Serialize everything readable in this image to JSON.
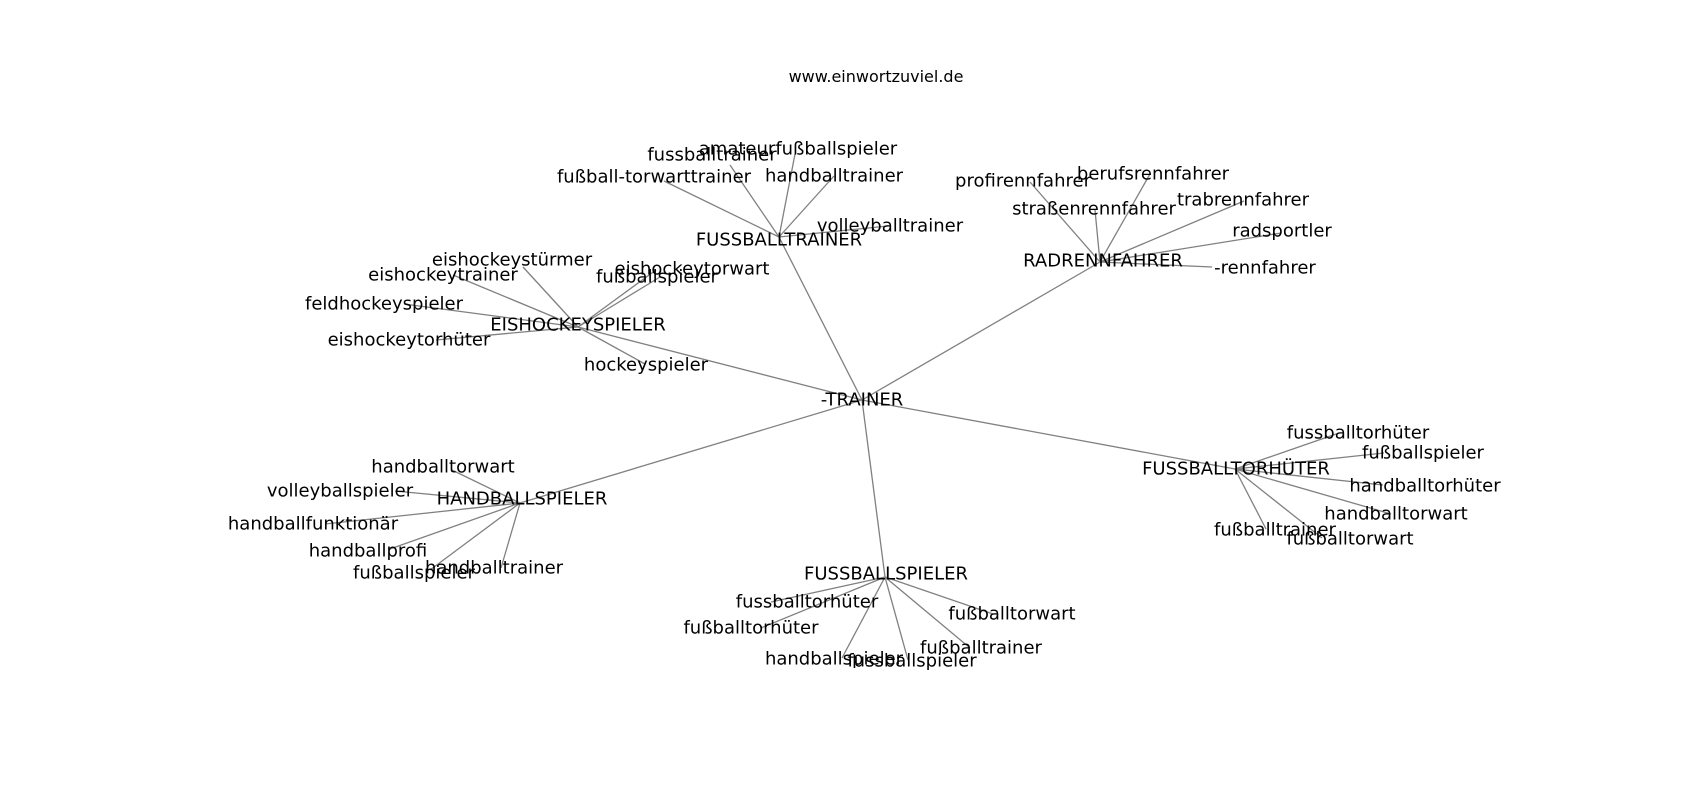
{
  "header": {
    "title": "www.einwortzuviel.de"
  },
  "graph": {
    "edge_color": "#808080",
    "root": "-TRAINER",
    "hubs": [
      "FUSSBALLTRAINER",
      "RADRENNFAHRER",
      "EISHOCKEYSPIELER",
      "FUSSBALLTORHÜTER",
      "HANDBALLSPIELER",
      "FUSSBALLSPIELER"
    ],
    "leaves": [
      [
        "amateurfußballspieler",
        "fussballtrainer",
        "fußball-torwarttrainer",
        "handballtrainer",
        "volleyballtrainer"
      ],
      [
        "profirennfahrer",
        "berufsrennfahrer",
        "straßenrennfahrer",
        "trabrennfahrer",
        "radsportler",
        "-rennfahrer"
      ],
      [
        "eishockeystürmer",
        "eishockeytorwart",
        "eishockeytrainer",
        "fußballspieler",
        "feldhockeyspieler",
        "eishockeytorhüter",
        "hockeyspieler"
      ],
      [
        "fussballtorhüter",
        "fußballspieler",
        "handballtorhüter",
        "handballtorwart",
        "fußballtrainer",
        "fußballtorwart"
      ],
      [
        "handballtorwart",
        "volleyballspieler",
        "handballfunktionär",
        "handballprofi",
        "handballtrainer",
        "fußballspieler"
      ],
      [
        "fussballtorhüter",
        "fußballtorhüter",
        "handballspieler",
        "fussballspieler",
        "fußballtrainer",
        "fußballtorwart"
      ]
    ]
  }
}
